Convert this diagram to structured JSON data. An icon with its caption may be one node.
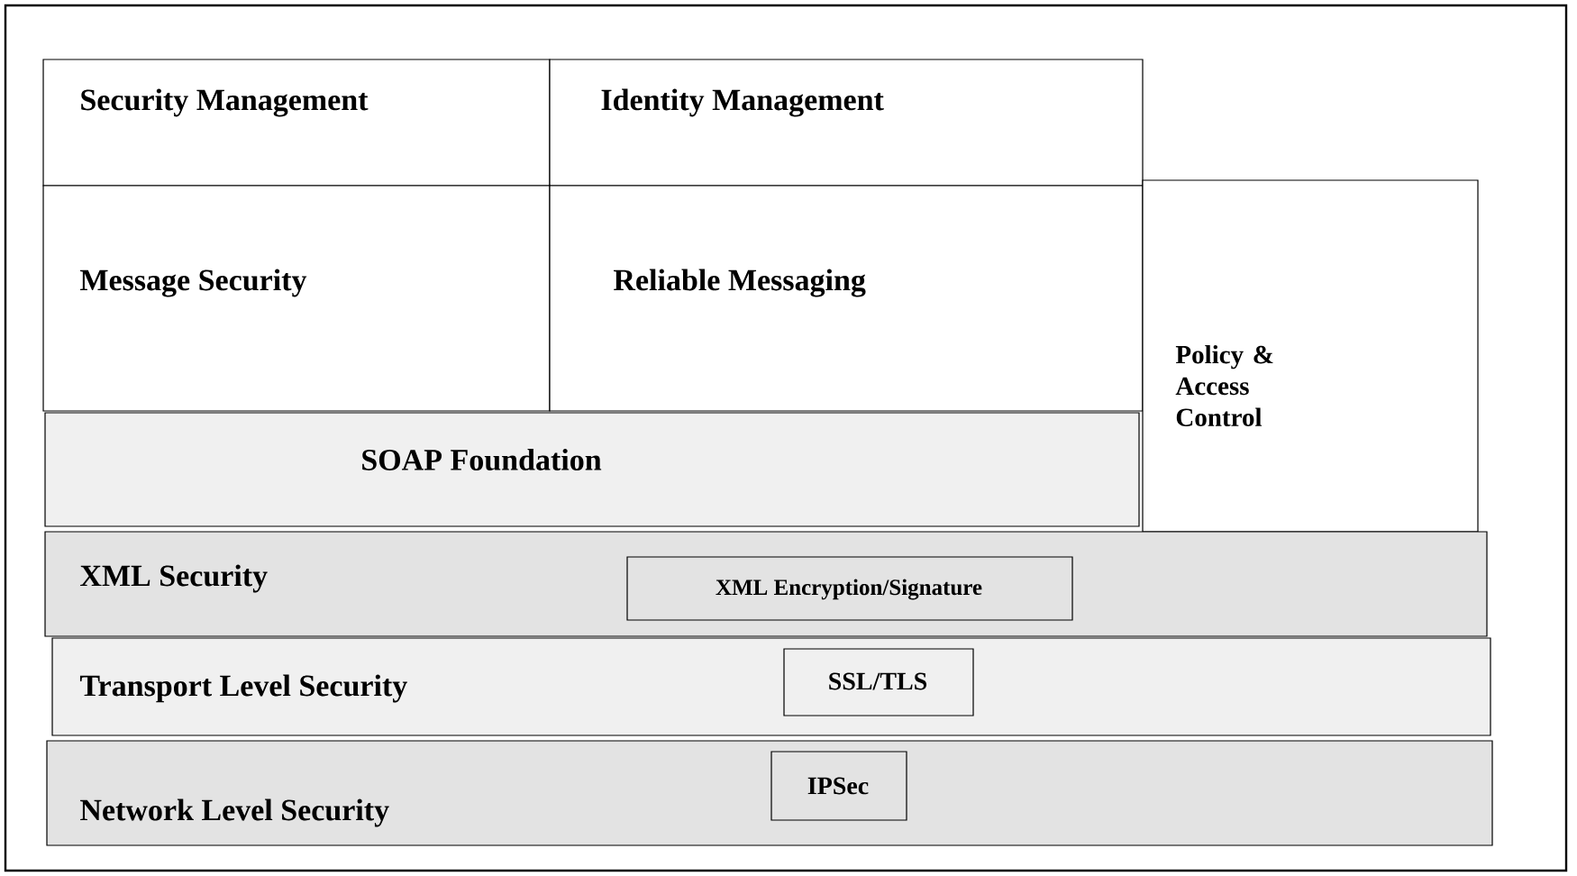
{
  "diagram": {
    "nodes": [
      {
        "text": [
          "Security Management"
        ]
      },
      {
        "text": [
          "Identity Management"
        ]
      },
      {
        "text": [
          "Message Security"
        ]
      },
      {
        "text": [
          "Reliable Messaging"
        ]
      },
      {
        "text": [
          "Policy & Access Control"
        ]
      },
      {
        "text": [
          "SOAP Foundation"
        ]
      },
      {
        "text": [
          "XML Security"
        ]
      },
      {
        "text": [
          "XML Encryption/Signature"
        ],
        "in": 6
      },
      {
        "text": [
          "Transport Level Security"
        ]
      },
      {
        "text": [
          "SSL/TLS"
        ],
        "in": 8
      },
      {
        "text": [
          "Network Level Security"
        ]
      },
      {
        "text": [
          "IPSec"
        ],
        "in": 10
      }
    ]
  }
}
